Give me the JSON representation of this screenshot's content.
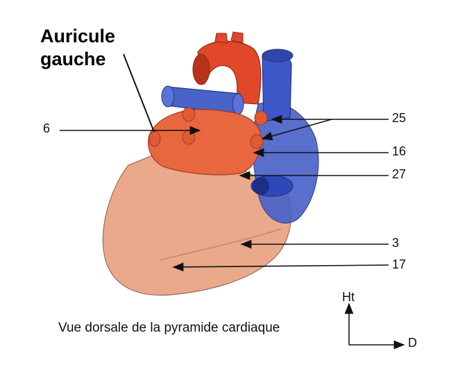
{
  "title": {
    "line1": "Auricule",
    "line2": "gauche"
  },
  "labels": {
    "l6": "6",
    "l25": "25",
    "l16": "16",
    "l27": "27",
    "l3": "3",
    "l17": "17"
  },
  "caption": "Vue dorsale de la pyramide cardiaque",
  "orientation": {
    "up": "Ht",
    "right": "D"
  },
  "colors": {
    "ventricle": "#e9a98a",
    "atrium": "#e8663f",
    "artery": "#e2472a",
    "vein": "#3d56c8",
    "line": "#111111"
  }
}
